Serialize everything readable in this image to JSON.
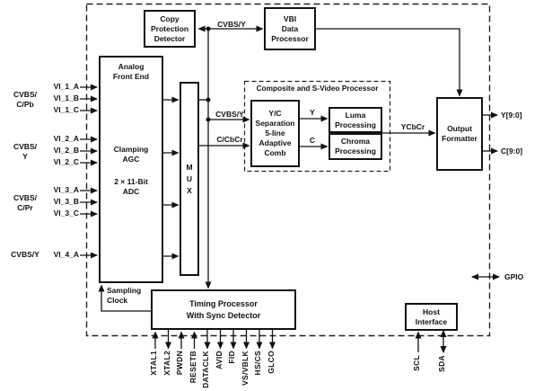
{
  "blocks": {
    "copy_protection": "Copy\nProtection\nDetector",
    "vbi": "VBI\nData\nProcessor",
    "afe_title": "Analog\nFront End",
    "afe_clamping": "Clamping\nAGC",
    "afe_adc": "2 × 11-Bit\nADC",
    "mux": "M\nU\nX",
    "composite_processor": "Composite and S-Video Processor",
    "yc_separation": "Y/C\nSeparation\n5-line\nAdaptive\nComb",
    "luma": "Luma\nProcessing",
    "chroma": "Chroma\nProcessing",
    "output_formatter": "Output\nFormatter",
    "timing": "Timing Processor\nWith Sync Detector",
    "host": "Host\nInterface",
    "sampling_clock": "Sampling\nClock"
  },
  "wires": {
    "cvbs_y_top": "CVBS/Y",
    "cvbs_y": "CVBS/Y",
    "c_cbcr": "C/CbCr",
    "y": "Y",
    "c": "C",
    "ycbcr": "YCbCr"
  },
  "outputs": {
    "y_bus": "Y[9:0]",
    "c_bus": "C[9:0]",
    "gpio": "GPIO"
  },
  "inputs": {
    "groups": [
      {
        "label": "CVBS/\nC/Pb",
        "pins": [
          "VI_1_A",
          "VI_1_B",
          "VI_1_C"
        ]
      },
      {
        "label": "CVBS/\nY",
        "pins": [
          "VI_2_A",
          "VI_2_B",
          "VI_2_C"
        ]
      },
      {
        "label": "CVBS/\nC/Pr",
        "pins": [
          "VI_3_A",
          "VI_3_B",
          "VI_3_C"
        ]
      },
      {
        "label": "CVBS/Y",
        "pins": [
          "VI_4_A"
        ]
      }
    ]
  },
  "pins": {
    "bottom": [
      "XTAL1",
      "XTAL2",
      "PWDN",
      "RESETB",
      "DATACLK",
      "AVID",
      "FID",
      "VS/VBLK",
      "HS/CS",
      "GLCO"
    ],
    "host": [
      "SCL",
      "SDA"
    ]
  },
  "colors": {
    "line": "#111111",
    "background": "#ffffff",
    "text": "#111111"
  }
}
